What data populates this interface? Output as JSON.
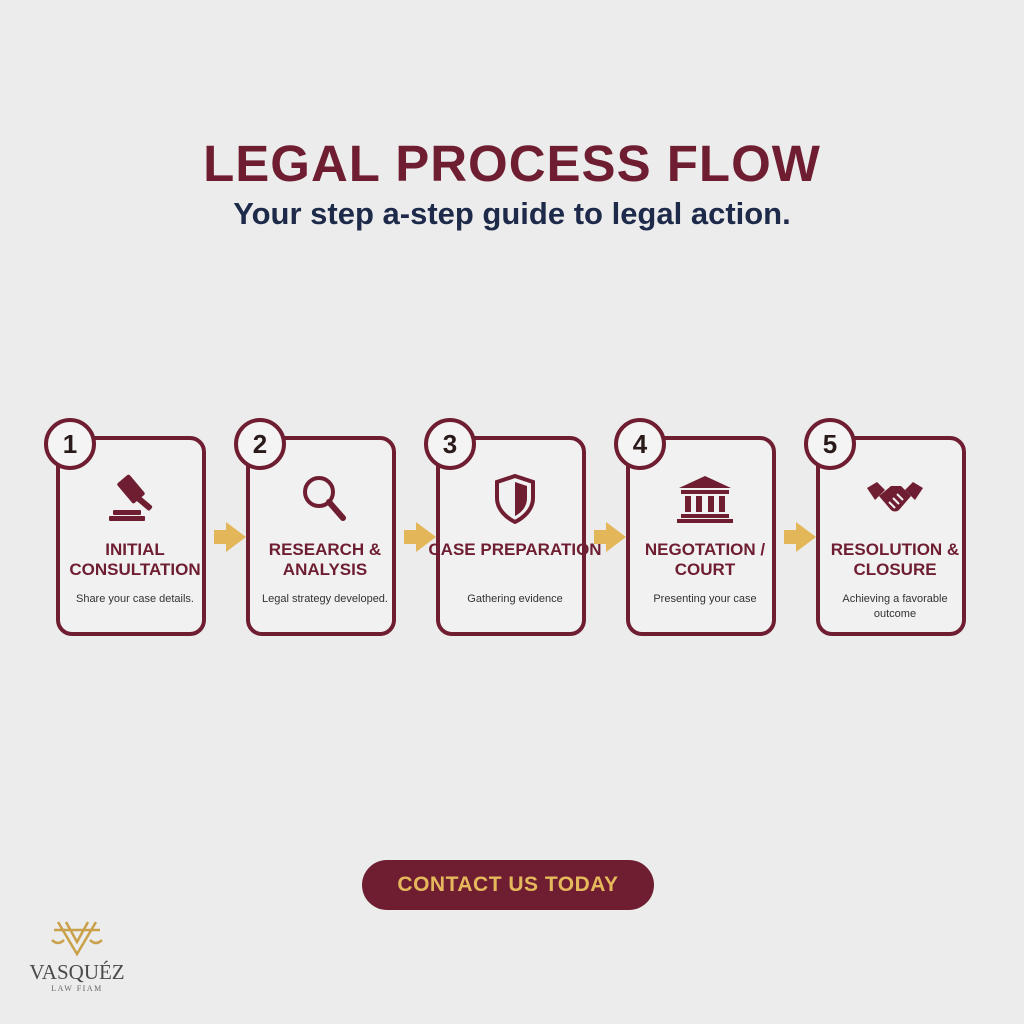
{
  "header": {
    "title": "LEGAL PROCESS FLOW",
    "subtitle": "Your step a-step guide to legal action."
  },
  "steps": [
    {
      "number": "1",
      "title": "INITIAL CONSULTATION",
      "description": "Share your case details.",
      "icon": "gavel-icon"
    },
    {
      "number": "2",
      "title": "RESEARCH & ANALYSIS",
      "description": "Legal strategy developed.",
      "icon": "magnifier-icon"
    },
    {
      "number": "3",
      "title": "CASE PREPARATION",
      "description": "Gathering evidence",
      "icon": "shield-icon"
    },
    {
      "number": "4",
      "title": "NEGOTATION / COURT",
      "description": "Presenting your case",
      "icon": "courthouse-icon"
    },
    {
      "number": "5",
      "title": "RESOLUTION & CLOSURE",
      "description": "Achieving a favorable outcome",
      "icon": "handshake-icon"
    }
  ],
  "cta": {
    "label": "CONTACT US TODAY"
  },
  "logo": {
    "name": "VASQUÉZ",
    "subtitle": "LAW FIAM"
  },
  "colors": {
    "primary": "#6f1e32",
    "accent": "#e6b85c",
    "navy": "#1e2a4a",
    "background": "#ececec"
  }
}
